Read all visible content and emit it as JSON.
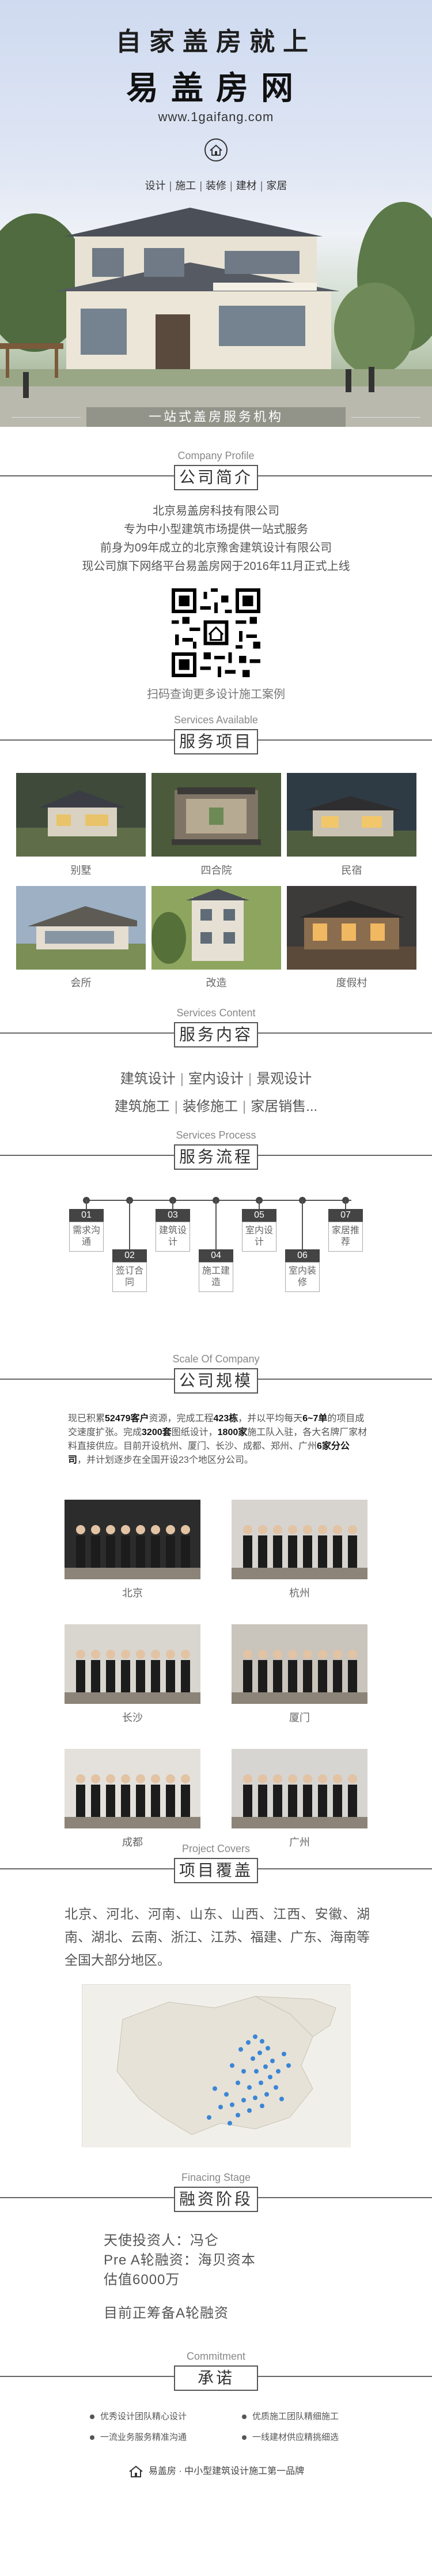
{
  "hero": {
    "title": "自家盖房就上",
    "brand": "易盖房网",
    "url": "www.1gaifang.com",
    "categories": [
      "设计",
      "施工",
      "装修",
      "建材",
      "家居"
    ],
    "ribbon": "一站式盖房服务机构"
  },
  "company": {
    "en": "Company Profile",
    "zh": "公司简介",
    "lines": [
      "北京易盖房科技有限公司",
      "专为中小型建筑市场提供一站式服务",
      "前身为09年成立的北京豫舍建筑设计有限公司",
      "现公司旗下网络平台易盖房网于2016年11月正式上线"
    ],
    "qr_caption": "扫码查询更多设计施工案例"
  },
  "services_available": {
    "en": "Services Available",
    "zh": "服务项目",
    "items": [
      "别墅",
      "四合院",
      "民宿",
      "会所",
      "改造",
      "度假村"
    ]
  },
  "services_content": {
    "en": "Services Content",
    "zh": "服务内容",
    "row1": [
      "建筑设计",
      "室内设计",
      "景观设计"
    ],
    "row2": [
      "建筑施工",
      "装修施工",
      "家居销售..."
    ]
  },
  "process": {
    "en": "Services Process",
    "zh": "服务流程",
    "steps": [
      {
        "num": "01",
        "name": "需求沟通"
      },
      {
        "num": "02",
        "name": "签订合同"
      },
      {
        "num": "03",
        "name": "建筑设计"
      },
      {
        "num": "04",
        "name": "施工建造"
      },
      {
        "num": "05",
        "name": "室内设计"
      },
      {
        "num": "06",
        "name": "室内装修"
      },
      {
        "num": "07",
        "name": "家居推荐"
      }
    ]
  },
  "scale": {
    "en": "Scale Of Company",
    "zh": "公司规模",
    "para": {
      "t1": "现已积累",
      "b1": "52479客户",
      "t2": "资源，完成工程",
      "b2": "423栋",
      "t3": "，并以平均每天",
      "b3": "6~7单",
      "t4": "的项目成交速度扩张。完成",
      "b4": "3200套",
      "t5": "图纸设计，",
      "b5": "1800家",
      "t6": "施工队入驻，各大名牌厂家材料直接供应。目前开设杭州、厦门、长沙、成都、郑州、广州",
      "b6": "6家分公司",
      "t7": "，并计划逐步在全国开设23个地区分公司。"
    },
    "branches": [
      "北京",
      "杭州",
      "长沙",
      "厦门",
      "成都",
      "广州"
    ]
  },
  "covers": {
    "en": "Project Covers",
    "zh": "项目覆盖",
    "para": "北京、河北、河南、山东、山西、江西、安徽、湖南、湖北、云南、浙江、江苏、福建、广东、海南等全国大部分地区。"
  },
  "finance": {
    "en": "Finacing Stage",
    "zh": "融资阶段",
    "lines": [
      "天使投资人：冯仑",
      "Pre A轮融资：海贝资本",
      "估值6000万",
      "目前正筹备A轮融资"
    ]
  },
  "commitment": {
    "en": "Commitment",
    "zh": "承诺",
    "items": [
      "优秀设计团队精心设计",
      "优质施工团队精细施工",
      "一流业务服务精准沟通",
      "一线建材供应精挑细选"
    ]
  },
  "footer": {
    "text": "易盖房 · 中小型建筑设计施工第一品牌"
  },
  "colors": {
    "accent": "#111111",
    "line": "#666666",
    "text": "#555555"
  }
}
